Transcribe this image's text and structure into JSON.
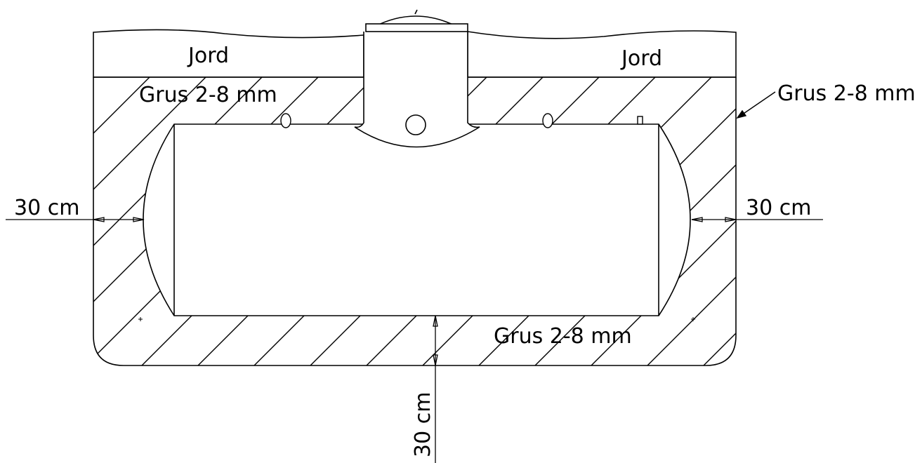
{
  "labels": {
    "soil_left": "Jord",
    "soil_right": "Jord",
    "gravel_top": "Grus 2-8 mm",
    "gravel_callout": "Grus 2-8 mm",
    "gravel_bottom": "Grus 2-8 mm"
  },
  "dimensions": {
    "left": "30 cm",
    "right": "30 cm",
    "bottom": "30 cm"
  },
  "colors": {
    "line": "#000000",
    "background": "#ffffff"
  }
}
